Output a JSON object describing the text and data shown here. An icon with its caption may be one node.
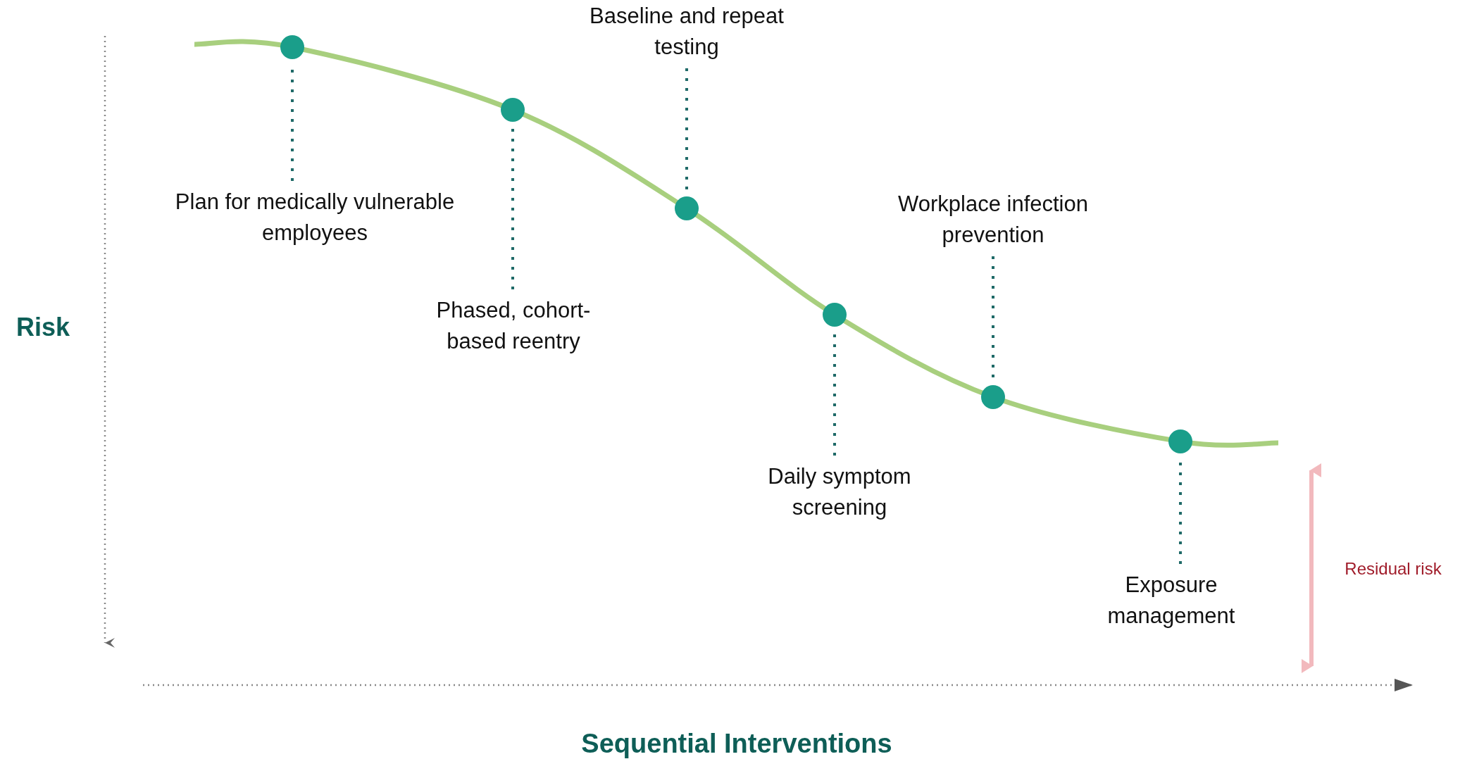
{
  "diagram": {
    "nodes": [
      {
        "text": [
          "Baseline and repeat testing"
        ]
      },
      {
        "text": [
          "Plan for medically vulnerable employees"
        ]
      },
      {
        "text": [
          "Workplace infection prevention"
        ]
      },
      {
        "text": [
          "Phased, cohort-based reentry"
        ]
      },
      {
        "text": [
          "Daily symptom screening"
        ]
      },
      {
        "text": [
          "Exposure management"
        ]
      },
      {
        "text": [],
        "shape": "circle"
      },
      {
        "text": [],
        "shape": "circle"
      },
      {
        "text": [],
        "shape": "circle"
      },
      {
        "text": [],
        "shape": "circle"
      },
      {
        "text": [],
        "shape": "circle"
      },
      {
        "text": [],
        "shape": "circle"
      }
    ],
    "edges": [
      {
        "from": 1,
        "to": 6,
        "arrow": "none",
        "style": "dashed"
      },
      {
        "from": 3,
        "to": 7,
        "arrow": "none",
        "style": "dashed"
      },
      {
        "from": 0,
        "to": 8,
        "arrow": "none",
        "style": "dashed"
      },
      {
        "from": 4,
        "to": 9,
        "arrow": "none",
        "style": "dashed"
      },
      {
        "from": 2,
        "to": 10,
        "arrow": "none",
        "style": "dashed"
      },
      {
        "from": 5,
        "to": 11,
        "arrow": "none",
        "style": "dashed"
      }
    ],
    "labels": [
      "Risk",
      "Residual risk",
      "Sequential Interventions"
    ]
  }
}
